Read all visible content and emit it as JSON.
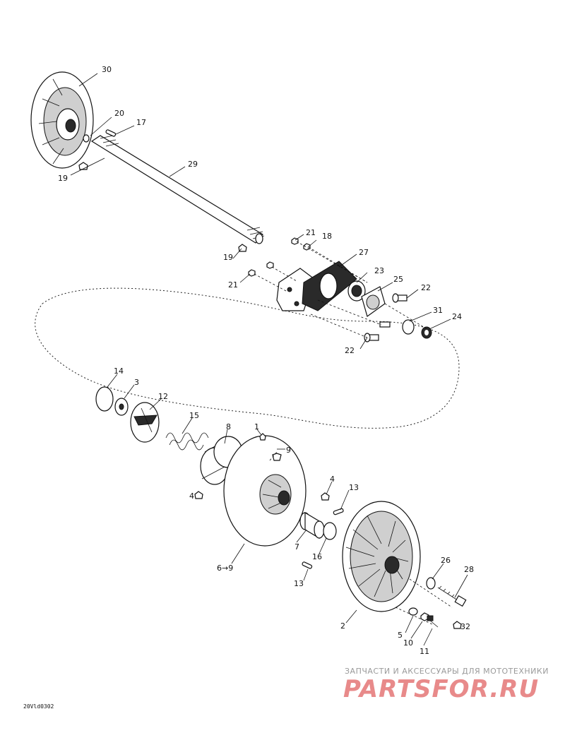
{
  "diagram": {
    "callouts": {
      "c30": "30",
      "c20": "20",
      "c17": "17",
      "c19a": "19",
      "c29": "29",
      "c21a": "21",
      "c18": "18",
      "c19b": "19",
      "c27": "27",
      "c21b": "21",
      "c23": "23",
      "c25": "25",
      "c22a": "22",
      "c31": "31",
      "c24": "24",
      "c22b": "22",
      "c14": "14",
      "c3": "3",
      "c12": "12",
      "c15": "15",
      "c8": "8",
      "c1": "1",
      "c9": "9",
      "c4a": "4",
      "c4b": "4",
      "c13a": "13",
      "c7": "7",
      "c16": "16",
      "c69": "6→9",
      "c13b": "13",
      "c26": "26",
      "c28": "28",
      "c2": "2",
      "c5": "5",
      "c10": "10",
      "c11": "11",
      "c32": "32"
    },
    "drawing_code": "20Vld0302"
  },
  "watermark": {
    "tagline": "ЗАПЧАСТИ И АКСЕССУАРЫ ДЛЯ МОТОТЕХНИКИ",
    "logo": "PARTSFOR.RU",
    "logo_color": "#e88a8a"
  }
}
